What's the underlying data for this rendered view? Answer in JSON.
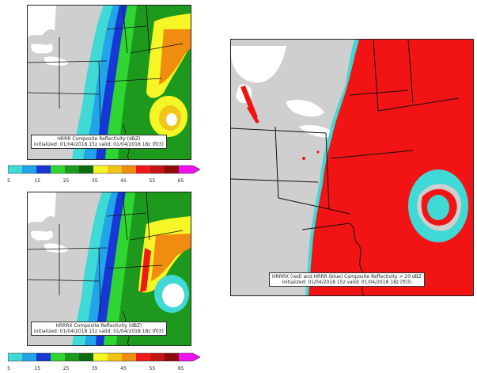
{
  "panels": {
    "hrrr": {
      "caption_line1": "HRRR Composite Reflectivity (dBZ)",
      "caption_line2": "initialized: 01/04/2018 15z valid: 01/04/2018 18z (f03)"
    },
    "hrrrx": {
      "caption_line1": "HRRRX Composite Reflectivity (dBZ)",
      "caption_line2": "initialized: 01/04/2018 15z valid: 01/04/2018 18z (f03)"
    },
    "compare": {
      "caption_line1": "HRRRX (red) and HRRR (blue) Composite Reflectivity > 20 dBZ",
      "caption_line2": "initialized: 01/04/2018 15z valid: 01/04/2018 18z (f03)"
    }
  },
  "colorbar": {
    "ticks": [
      "5",
      "15",
      "25",
      "35",
      "45",
      "55",
      "65"
    ],
    "colors": [
      "#3fd9d6",
      "#21a4e8",
      "#1838d6",
      "#2fd530",
      "#1d9a1d",
      "#0d6a0d",
      "#f6f525",
      "#f0c418",
      "#f08c10",
      "#f01818",
      "#c41414",
      "#8c0c0c",
      "#ee12ee"
    ]
  },
  "map_colors": {
    "land": "#cfcfcf",
    "water": "#ffffff",
    "hrrrx_red": "#f21414",
    "hrrr_blue": "#3fd9d6"
  }
}
